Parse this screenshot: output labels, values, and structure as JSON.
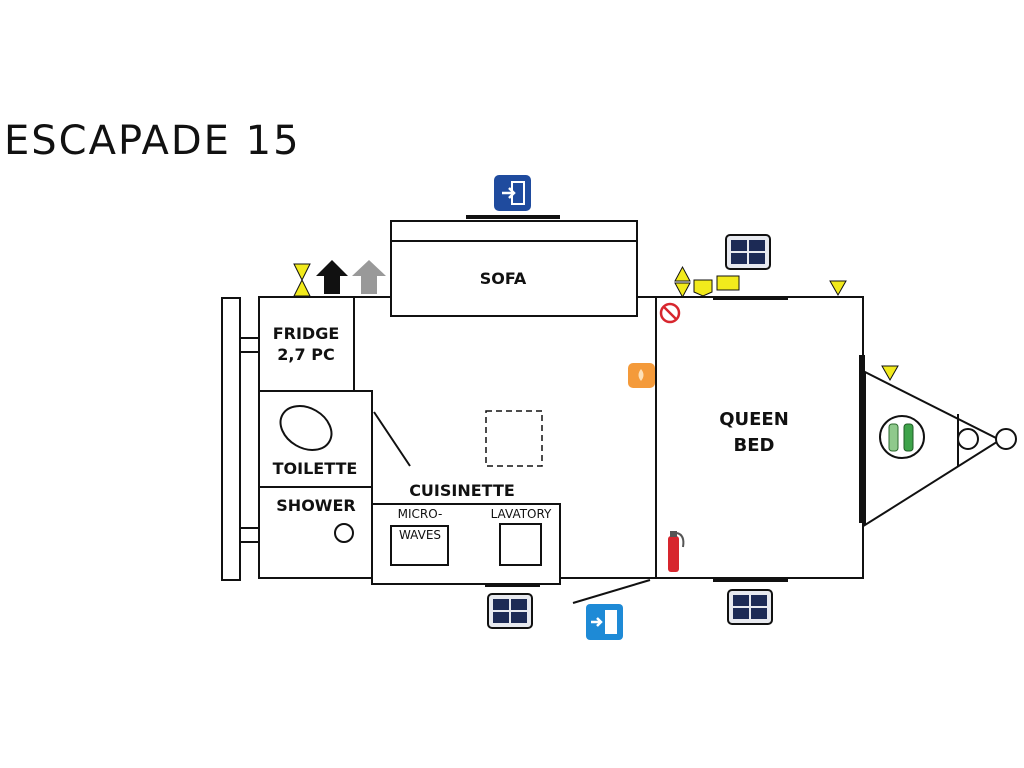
{
  "title": "ESCAPADE 15",
  "rooms": {
    "fridge_line1": "FRIDGE",
    "fridge_line2": "2,7 PC",
    "toilet": "TOILETTE",
    "shower": "SHOWER",
    "kitchen": "CUISINETTE",
    "microwave_line1": "MICRO-",
    "microwave_line2": "WAVES",
    "lavatory": "LAVATORY",
    "sofa": "SOFA",
    "bed_line1": "QUEEN",
    "bed_line2": "BED"
  },
  "icons": {
    "entry_door": "entry-door-icon",
    "exit_door": "emergency-exit-icon",
    "window": "window-icon",
    "fire_extinguisher": "fire-extinguisher-icon",
    "no_smoking": "no-smoking-icon",
    "propane_tanks": "propane-tank-icon",
    "vent_black": "roof-vent-icon",
    "vent_gray": "roof-vent-icon",
    "heater": "heater-icon",
    "marker_light": "marker-light-icon"
  },
  "colors": {
    "outline": "#111111",
    "marker_yellow": "#f2ea1c",
    "door_blue": "#1f4b9e",
    "exit_blue": "#1e8ad6",
    "extinguisher_red": "#d7262e",
    "heater_orange": "#f49a3a",
    "tank_green": "#3ea34a"
  }
}
